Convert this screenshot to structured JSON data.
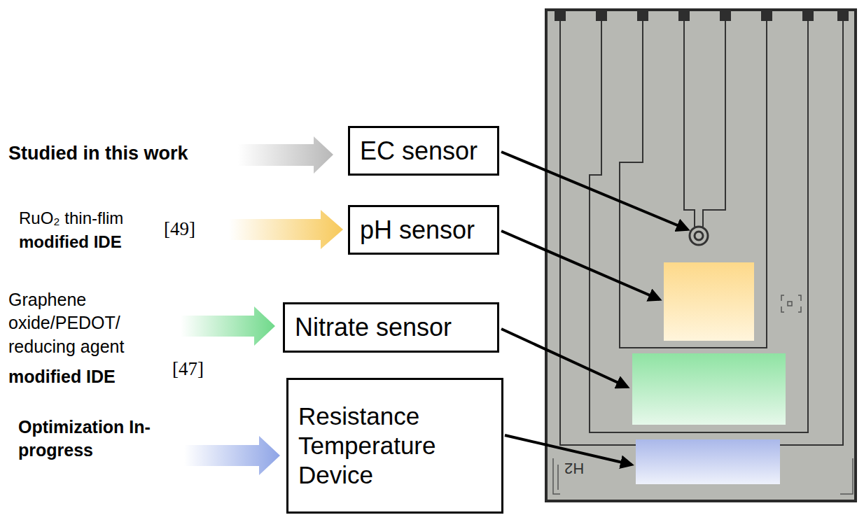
{
  "diagram": {
    "nodes": [
      {
        "text": [
          "EC sensor"
        ]
      },
      {
        "text": [
          "pH sensor"
        ]
      },
      {
        "text": [
          "Nitrate sensor"
        ]
      },
      {
        "text": [
          "Resistance Temperature Device"
        ]
      }
    ],
    "labels": [
      "Studied in this work",
      "RuO₂ thin-flim",
      "modified IDE",
      "[49]",
      "Graphene oxide/PEDOT/ reducing agent",
      "modified IDE",
      "[47]",
      "Optimization In-progress",
      "H2"
    ]
  }
}
